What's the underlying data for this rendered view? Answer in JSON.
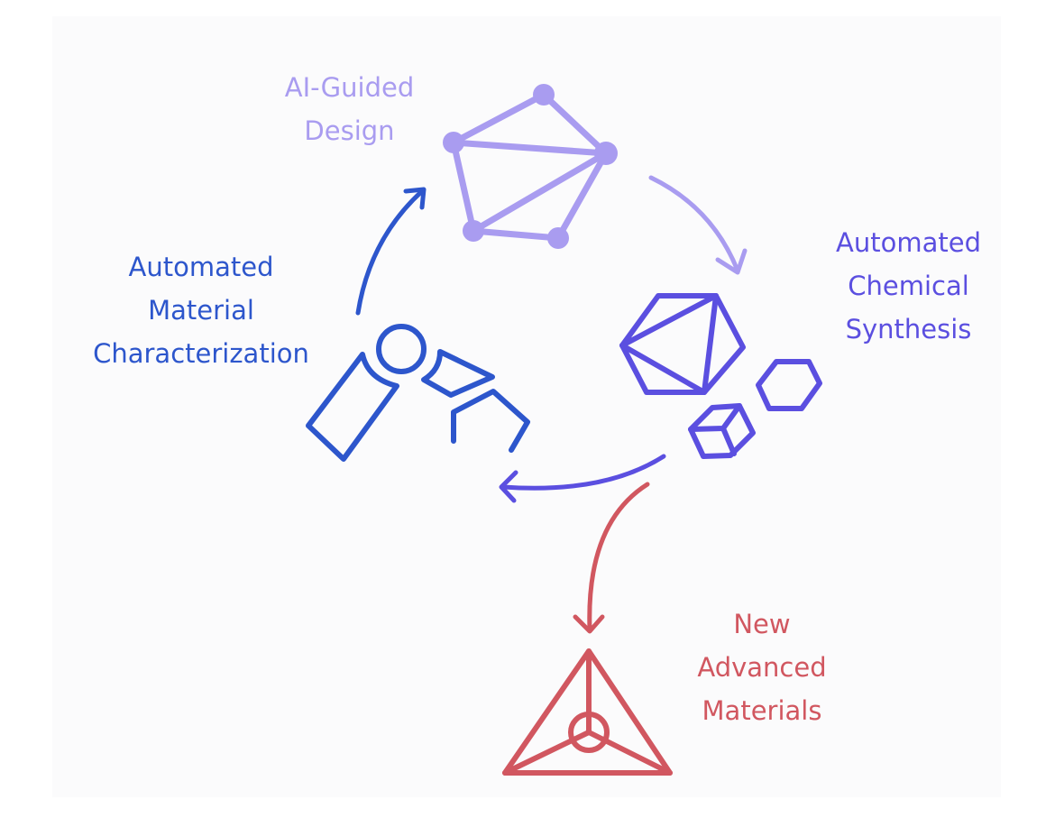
{
  "colors": {
    "design": "#a99cf0",
    "synthesis": "#5b4fe0",
    "characterization": "#2d56cc",
    "materials": "#d15760"
  },
  "stages": {
    "design": {
      "lines": [
        "AI-Guided",
        "Design"
      ],
      "icon": "molecular-network-icon"
    },
    "synthesis": {
      "lines": [
        "Automated",
        "Chemical",
        "Synthesis"
      ],
      "icon": "polyhedra-crystals-icon"
    },
    "characterization": {
      "lines": [
        "Automated",
        "Material",
        "Characterization"
      ],
      "icon": "robot-arm-icon"
    },
    "materials": {
      "lines": [
        "New",
        "Advanced",
        "Materials"
      ],
      "icon": "tetrahedron-icon"
    }
  }
}
